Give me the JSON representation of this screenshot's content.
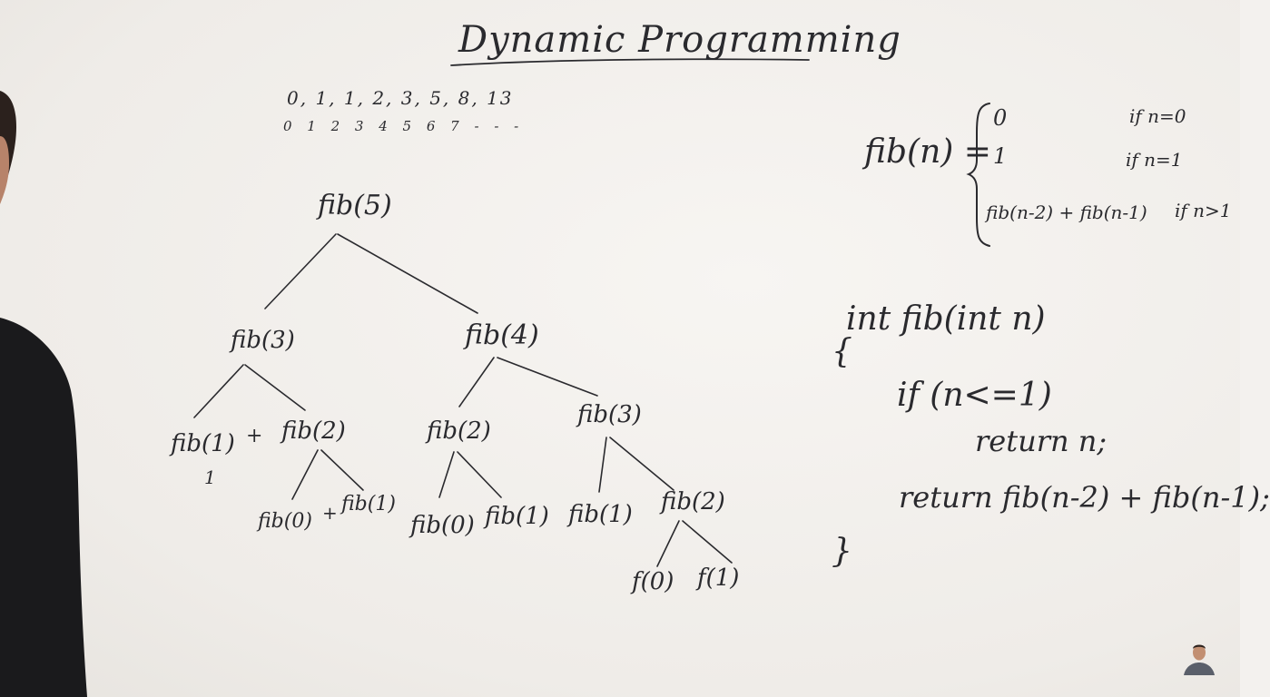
{
  "whiteboard": {
    "title": "Dynamic Programming",
    "sequence": {
      "values": "0, 1, 1, 2, 3, 5, 8, 13",
      "indices": "0 1 2 3 4 5 6 7 - - -"
    },
    "tree": {
      "root": "fib(5)",
      "left": "fib(3)",
      "right": "fib(4)",
      "left_left": "fib(1)",
      "left_plus": "+",
      "left_right": "fib(2)",
      "left_left_value": "1",
      "left_right_left": "fib(0)",
      "left_right_plus": "+",
      "left_right_right": "fib(1)",
      "right_left": "fib(2)",
      "right_right": "fib(3)",
      "right_left_left": "fib(0)",
      "right_left_right": "fib(1)",
      "right_right_left": "fib(1)",
      "right_right_right": "fib(2)",
      "rrr_left": "f(0)",
      "rrr_right": "f(1)"
    },
    "recurrence": {
      "lhs": "fib(n) =",
      "case1_value": "0",
      "case1_cond": "if n=0",
      "case2_value": "1",
      "case2_cond": "if n=1",
      "case3_value": "fib(n-2) + fib(n-1)",
      "case3_cond": "if n>1"
    },
    "code": {
      "signature": "int fib(int n)",
      "open_brace": "{",
      "condition": "if (n<=1)",
      "return_base": "return n;",
      "return_rec": "return fib(n-2) + fib(n-1);",
      "close_brace": "}"
    }
  }
}
